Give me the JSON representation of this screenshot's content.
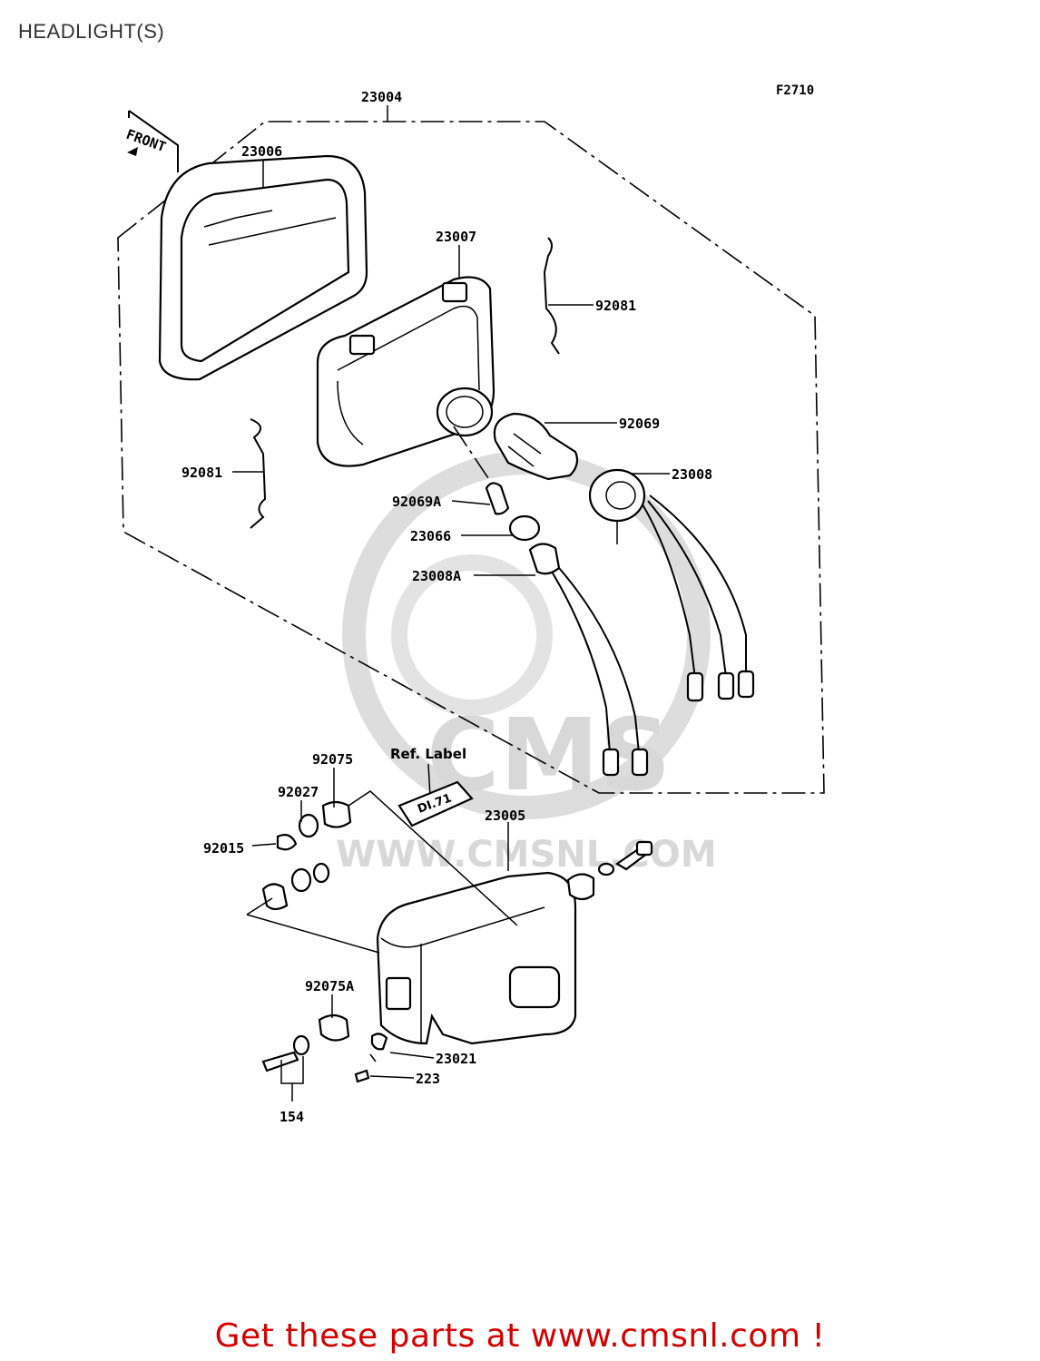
{
  "title": "HEADLIGHT(S)",
  "figure_code": "F2710",
  "front_marker": "FRONT",
  "ref_label": "Ref. Label",
  "parts": {
    "p23004": "23004",
    "p23006": "23006",
    "p23007": "23007",
    "p92081_top": "92081",
    "p92069": "92069",
    "p92081_left": "92081",
    "p23008": "23008",
    "p92069A": "92069A",
    "p23066": "23066",
    "p23008A": "23008A",
    "p92075": "92075",
    "p92027": "92027",
    "p92015": "92015",
    "p23005": "23005",
    "p92075A": "92075A",
    "p23021": "23021",
    "p223": "223",
    "p154": "154"
  },
  "watermark": {
    "brand": "CMS",
    "url": "WWW.CMSNL.COM"
  },
  "promo_text": "Get these parts at www.cmsnl.com !",
  "colors": {
    "promo": "#d40000",
    "watermark": "#d8d8d8"
  }
}
